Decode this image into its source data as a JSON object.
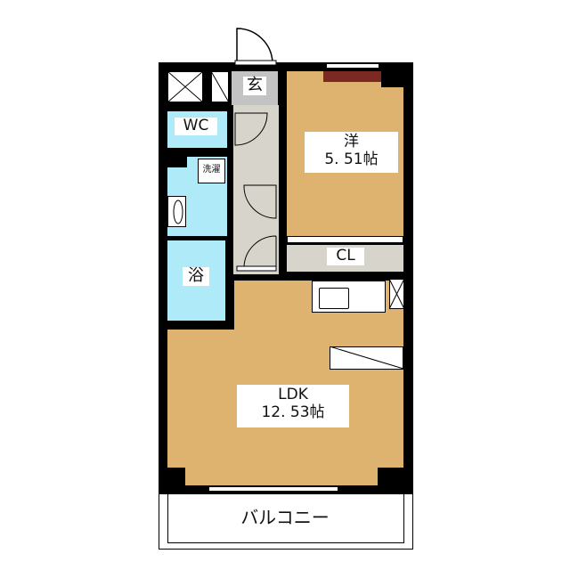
{
  "rooms": {
    "entrance": {
      "label": "玄"
    },
    "western": {
      "label": "洋",
      "size": "5. 51帖"
    },
    "closet": {
      "label": "CL"
    },
    "wc": {
      "label": "WC"
    },
    "laundry": {
      "label": "洗濯"
    },
    "bath": {
      "label": "浴"
    },
    "ldk": {
      "label": "LDK",
      "size": "12. 53帖"
    },
    "balcony": {
      "label": "バルコニー"
    }
  },
  "colors": {
    "wood": "#deb26f",
    "water": "#aeeaf7",
    "hall": "#d7d4cb",
    "wall": "#000000",
    "accent": "#7a2a22"
  }
}
